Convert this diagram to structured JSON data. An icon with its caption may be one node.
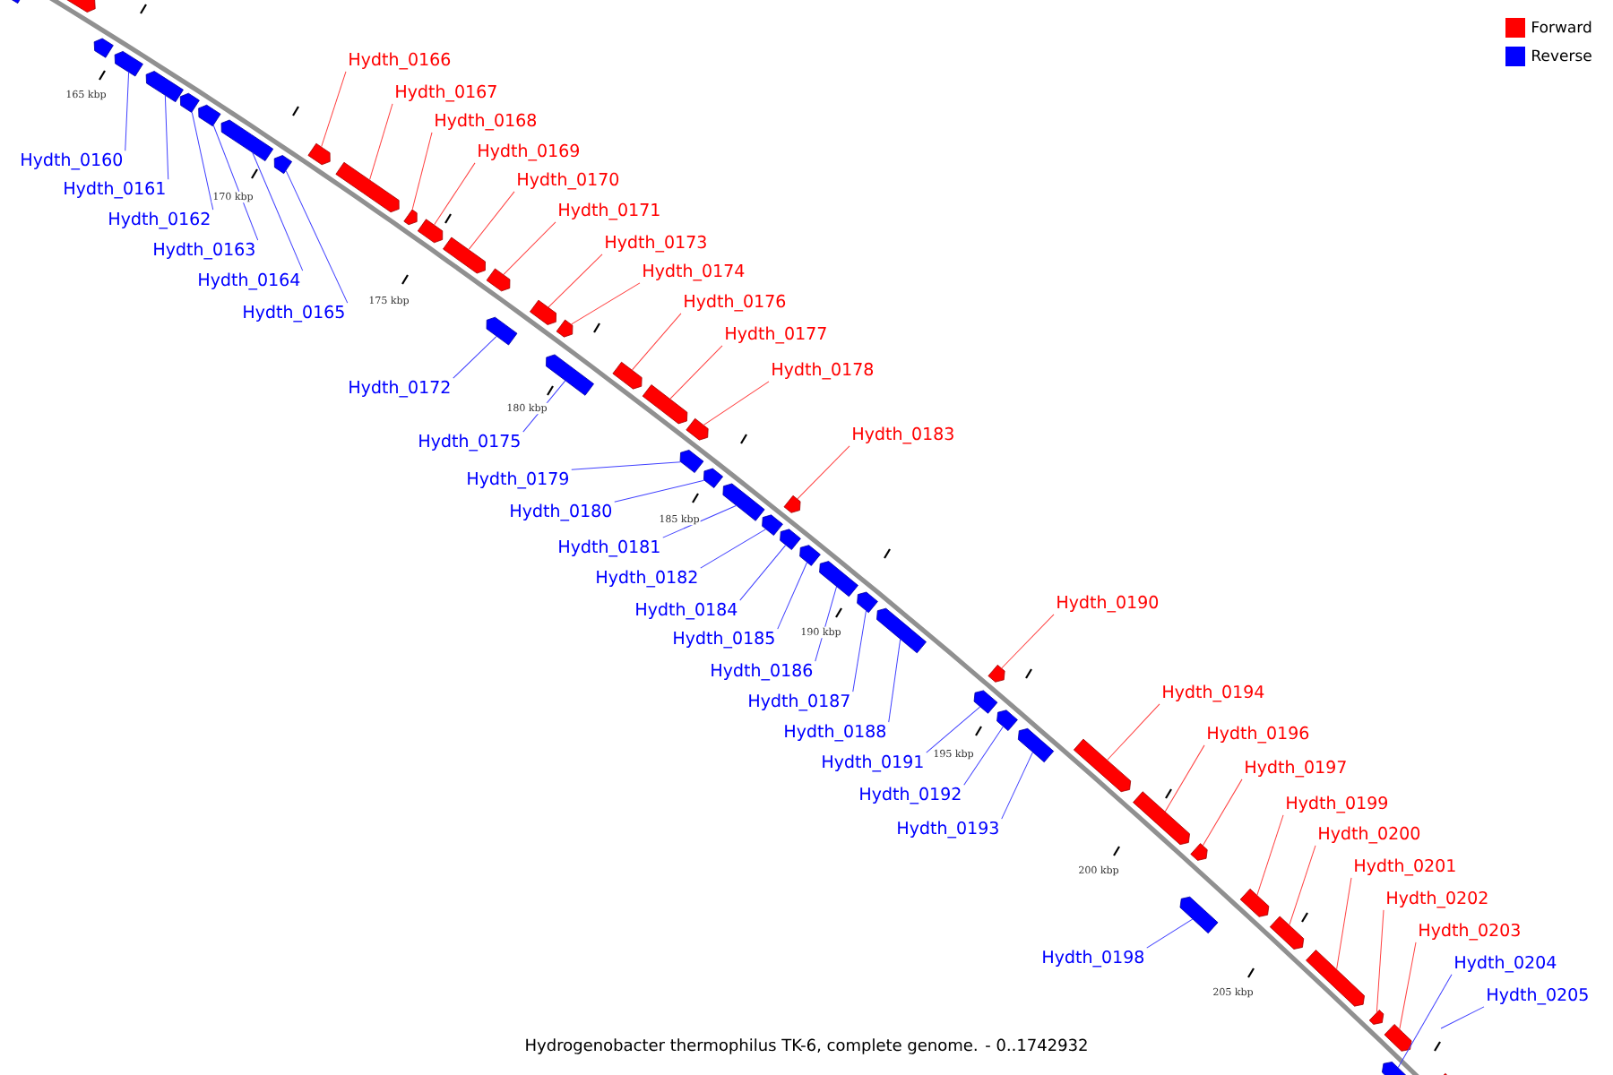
{
  "diagram": {
    "caption": "Hydrogenobacter thermophilus TK-6, complete genome. - 0..1742932",
    "nodes": [
      {
        "text": [],
        "shape": "bar"
      },
      {
        "text": [],
        "shape": "bar"
      },
      {
        "text": [],
        "shape": "bar"
      },
      {
        "text": [
          "Hydth_0160"
        ]
      },
      {
        "text": [],
        "shape": "bar"
      },
      {
        "text": [
          "Hydth_0161"
        ]
      },
      {
        "text": [],
        "shape": "bar"
      },
      {
        "text": [
          "Hydth_0162"
        ]
      },
      {
        "text": [],
        "shape": "bar"
      },
      {
        "text": [
          "Hydth_0163"
        ]
      },
      {
        "text": [],
        "shape": "bar"
      },
      {
        "text": [
          "Hydth_0164"
        ]
      },
      {
        "text": [],
        "shape": "bar"
      },
      {
        "text": [
          "Hydth_0165"
        ]
      },
      {
        "text": [],
        "shape": "bar"
      },
      {
        "text": [
          "Hydth_0166"
        ]
      },
      {
        "text": [],
        "shape": "bar"
      },
      {
        "text": [
          "Hydth_0167"
        ]
      },
      {
        "text": [],
        "shape": "bar"
      },
      {
        "text": [
          "Hydth_0168"
        ]
      },
      {
        "text": [],
        "shape": "bar"
      },
      {
        "text": [
          "Hydth_0169"
        ]
      },
      {
        "text": [],
        "shape": "bar"
      },
      {
        "text": [
          "Hydth_0170"
        ]
      },
      {
        "text": [],
        "shape": "bar"
      },
      {
        "text": [
          "Hydth_0171"
        ]
      },
      {
        "text": [],
        "shape": "bar"
      },
      {
        "text": [
          "Hydth_0172"
        ]
      },
      {
        "text": [],
        "shape": "bar"
      },
      {
        "text": [
          "Hydth_0173"
        ]
      },
      {
        "text": [],
        "shape": "bar"
      },
      {
        "text": [
          "Hydth_0174"
        ]
      },
      {
        "text": [],
        "shape": "bar"
      },
      {
        "text": [
          "Hydth_0175"
        ]
      },
      {
        "text": [],
        "shape": "bar"
      },
      {
        "text": [
          "Hydth_0176"
        ]
      },
      {
        "text": [],
        "shape": "bar"
      },
      {
        "text": [
          "Hydth_0177"
        ]
      },
      {
        "text": [],
        "shape": "bar"
      },
      {
        "text": [
          "Hydth_0178"
        ]
      },
      {
        "text": [],
        "shape": "bar"
      },
      {
        "text": [
          "Hydth_0179"
        ]
      },
      {
        "text": [],
        "shape": "bar"
      },
      {
        "text": [
          "Hydth_0180"
        ]
      },
      {
        "text": [],
        "shape": "bar"
      },
      {
        "text": [
          "Hydth_0181"
        ]
      },
      {
        "text": [],
        "shape": "bar"
      },
      {
        "text": [
          "Hydth_0182"
        ]
      },
      {
        "text": [],
        "shape": "bar"
      },
      {
        "text": [
          "Hydth_0183"
        ]
      },
      {
        "text": [],
        "shape": "bar"
      },
      {
        "text": [
          "Hydth_0184"
        ]
      },
      {
        "text": [],
        "shape": "bar"
      },
      {
        "text": [
          "Hydth_0185"
        ]
      },
      {
        "text": [],
        "shape": "bar"
      },
      {
        "text": [
          "Hydth_0186"
        ]
      },
      {
        "text": [],
        "shape": "bar"
      },
      {
        "text": [
          "Hydth_0187"
        ]
      },
      {
        "text": [],
        "shape": "bar"
      },
      {
        "text": [
          "Hydth_0188"
        ]
      },
      {
        "text": [],
        "shape": "bar"
      },
      {
        "text": [
          "Hydth_0190"
        ]
      },
      {
        "text": [],
        "shape": "bar"
      },
      {
        "text": [
          "Hydth_0191"
        ]
      },
      {
        "text": [],
        "shape": "bar"
      },
      {
        "text": [
          "Hydth_0192"
        ]
      },
      {
        "text": [],
        "shape": "bar"
      },
      {
        "text": [
          "Hydth_0193"
        ]
      },
      {
        "text": [],
        "shape": "bar"
      },
      {
        "text": [
          "Hydth_0194"
        ]
      },
      {
        "text": [],
        "shape": "bar"
      },
      {
        "text": [
          "Hydth_0196"
        ]
      },
      {
        "text": [],
        "shape": "bar"
      },
      {
        "text": [
          "Hydth_0197"
        ]
      },
      {
        "text": [],
        "shape": "bar"
      },
      {
        "text": [
          "Hydth_0198"
        ]
      },
      {
        "text": [],
        "shape": "bar"
      },
      {
        "text": [
          "Hydth_0199"
        ]
      },
      {
        "text": [],
        "shape": "bar"
      },
      {
        "text": [
          "Hydth_0200"
        ]
      },
      {
        "text": [],
        "shape": "bar"
      },
      {
        "text": [
          "Hydth_0201"
        ]
      },
      {
        "text": [],
        "shape": "bar"
      },
      {
        "text": [
          "Hydth_0202"
        ]
      },
      {
        "text": [],
        "shape": "bar"
      },
      {
        "text": [
          "Hydth_0203"
        ]
      },
      {
        "text": [],
        "shape": "bar"
      },
      {
        "text": [
          "Hydth_0204"
        ]
      },
      {
        "text": [],
        "shape": "bar"
      },
      {
        "text": [
          "Hydth_0205"
        ]
      },
      {
        "text": [],
        "shape": "bar"
      }
    ],
    "edges": [
      {
        "from": 3,
        "to": 4,
        "arrow": "none",
        "color": "#4040ff"
      },
      {
        "from": 5,
        "to": 6,
        "arrow": "none",
        "color": "#4040ff"
      },
      {
        "from": 7,
        "to": 8,
        "arrow": "none",
        "color": "#4040ff"
      },
      {
        "from": 9,
        "to": 10,
        "arrow": "none",
        "color": "#4040ff"
      },
      {
        "from": 11,
        "to": 12,
        "arrow": "none",
        "color": "#4040ff"
      },
      {
        "from": 13,
        "to": 14,
        "arrow": "none",
        "color": "#4040ff"
      },
      {
        "from": 15,
        "to": 16,
        "arrow": "none",
        "color": "#ff4040"
      },
      {
        "from": 17,
        "to": 18,
        "arrow": "none",
        "color": "#ff4040"
      },
      {
        "from": 19,
        "to": 20,
        "arrow": "none",
        "color": "#ff4040"
      },
      {
        "from": 21,
        "to": 22,
        "arrow": "none",
        "color": "#ff4040"
      },
      {
        "from": 23,
        "to": 24,
        "arrow": "none",
        "color": "#ff4040"
      },
      {
        "from": 25,
        "to": 26,
        "arrow": "none",
        "color": "#ff4040"
      },
      {
        "from": 27,
        "to": 28,
        "arrow": "none",
        "color": "#4040ff"
      },
      {
        "from": 29,
        "to": 30,
        "arrow": "none",
        "color": "#ff4040"
      },
      {
        "from": 31,
        "to": 32,
        "arrow": "none",
        "color": "#ff4040"
      },
      {
        "from": 33,
        "to": 34,
        "arrow": "none",
        "color": "#4040ff"
      },
      {
        "from": 35,
        "to": 36,
        "arrow": "none",
        "color": "#ff4040"
      },
      {
        "from": 37,
        "to": 38,
        "arrow": "none",
        "color": "#ff4040"
      },
      {
        "from": 39,
        "to": 40,
        "arrow": "none",
        "color": "#ff4040"
      },
      {
        "from": 41,
        "to": 42,
        "arrow": "none",
        "color": "#4040ff"
      },
      {
        "from": 43,
        "to": 44,
        "arrow": "none",
        "color": "#4040ff"
      },
      {
        "from": 45,
        "to": 46,
        "arrow": "none",
        "color": "#4040ff"
      },
      {
        "from": 47,
        "to": 48,
        "arrow": "none",
        "color": "#4040ff"
      },
      {
        "from": 49,
        "to": 50,
        "arrow": "none",
        "color": "#ff4040"
      },
      {
        "from": 51,
        "to": 52,
        "arrow": "none",
        "color": "#4040ff"
      },
      {
        "from": 53,
        "to": 54,
        "arrow": "none",
        "color": "#4040ff"
      },
      {
        "from": 55,
        "to": 56,
        "arrow": "none",
        "color": "#4040ff"
      },
      {
        "from": 57,
        "to": 58,
        "arrow": "none",
        "color": "#4040ff"
      },
      {
        "from": 59,
        "to": 60,
        "arrow": "none",
        "color": "#4040ff"
      },
      {
        "from": 61,
        "to": 62,
        "arrow": "none",
        "color": "#ff4040"
      },
      {
        "from": 63,
        "to": 64,
        "arrow": "none",
        "color": "#4040ff"
      },
      {
        "from": 65,
        "to": 66,
        "arrow": "none",
        "color": "#4040ff"
      },
      {
        "from": 67,
        "to": 68,
        "arrow": "none",
        "color": "#4040ff"
      },
      {
        "from": 69,
        "to": 70,
        "arrow": "none",
        "color": "#ff4040"
      },
      {
        "from": 71,
        "to": 72,
        "arrow": "none",
        "color": "#ff4040"
      },
      {
        "from": 73,
        "to": 74,
        "arrow": "none",
        "color": "#ff4040"
      },
      {
        "from": 75,
        "to": 76,
        "arrow": "none",
        "color": "#4040ff"
      },
      {
        "from": 77,
        "to": 78,
        "arrow": "none",
        "color": "#ff4040"
      },
      {
        "from": 79,
        "to": 80,
        "arrow": "none",
        "color": "#ff4040"
      },
      {
        "from": 81,
        "to": 82,
        "arrow": "none",
        "color": "#ff4040"
      },
      {
        "from": 83,
        "to": 84,
        "arrow": "none",
        "color": "#ff4040"
      },
      {
        "from": 85,
        "to": 86,
        "arrow": "none",
        "color": "#ff4040"
      },
      {
        "from": 87,
        "to": 88,
        "arrow": "none",
        "color": "#4040ff"
      },
      {
        "from": 89,
        "to": null,
        "arrow": "none",
        "color": "#4040ff"
      }
    ],
    "labels": [
      "165 kbp",
      "170 kbp",
      "175 kbp",
      "180 kbp",
      "185 kbp",
      "190 kbp",
      "195 kbp",
      "200 kbp",
      "205 kbp"
    ],
    "legend": [
      {
        "text": "Forward",
        "color": "#ff0000"
      },
      {
        "text": "Reverse",
        "color": "#0000ff"
      }
    ]
  }
}
